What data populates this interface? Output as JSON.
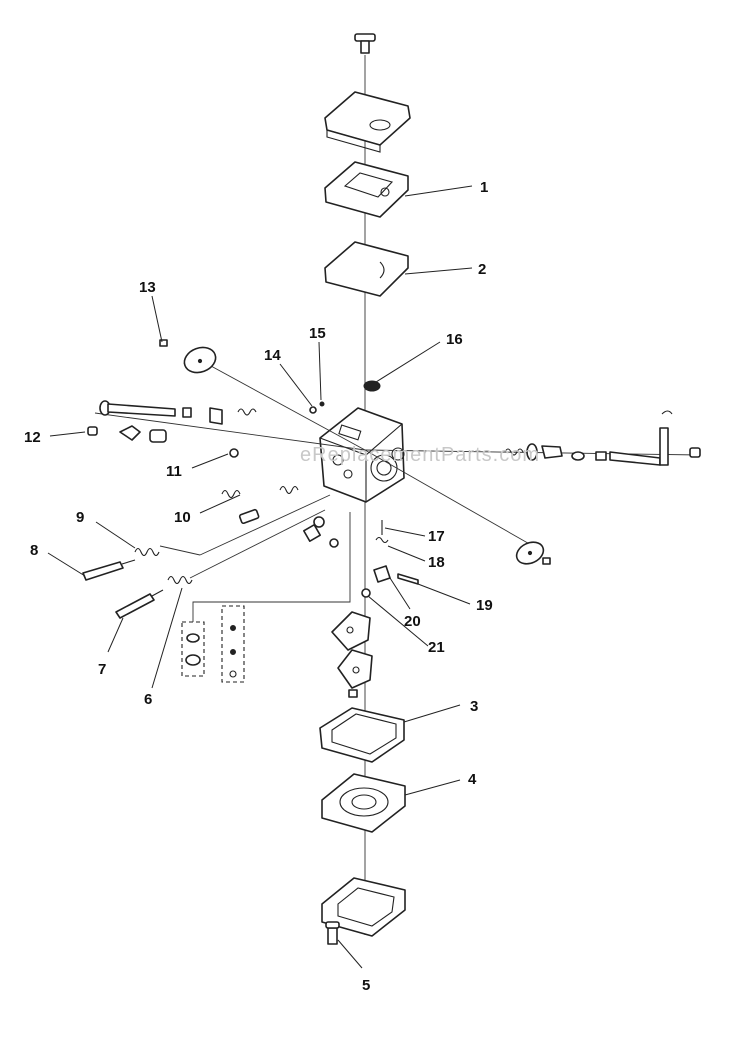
{
  "watermark": "eReplacementParts.com",
  "callouts": [
    {
      "id": "1",
      "label": "1"
    },
    {
      "id": "2",
      "label": "2"
    },
    {
      "id": "3",
      "label": "3"
    },
    {
      "id": "4",
      "label": "4"
    },
    {
      "id": "5",
      "label": "5"
    },
    {
      "id": "6",
      "label": "6"
    },
    {
      "id": "7",
      "label": "7"
    },
    {
      "id": "8",
      "label": "8"
    },
    {
      "id": "9",
      "label": "9"
    },
    {
      "id": "10",
      "label": "10"
    },
    {
      "id": "11",
      "label": "11"
    },
    {
      "id": "12",
      "label": "12"
    },
    {
      "id": "13",
      "label": "13"
    },
    {
      "id": "14",
      "label": "14"
    },
    {
      "id": "15",
      "label": "15"
    },
    {
      "id": "16",
      "label": "16"
    },
    {
      "id": "17",
      "label": "17"
    },
    {
      "id": "18",
      "label": "18"
    },
    {
      "id": "19",
      "label": "19"
    },
    {
      "id": "20",
      "label": "20"
    },
    {
      "id": "21",
      "label": "21"
    }
  ]
}
